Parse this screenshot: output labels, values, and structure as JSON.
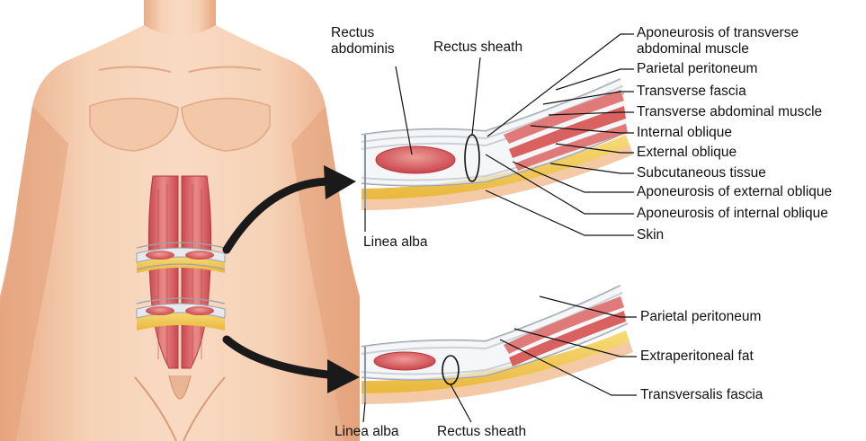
{
  "top_panel": {
    "labels": {
      "rectus_abdominis": [
        "Rectus",
        "abdominis"
      ],
      "rectus_sheath": "Rectus sheath",
      "aponeurosis_transverse": [
        "Aponeurosis of transverse",
        "abdominal muscle"
      ],
      "parietal_peritoneum": "Parietal peritoneum",
      "transverse_fascia": "Transverse fascia",
      "transverse_abdominal_muscle": "Transverse abdominal muscle",
      "internal_oblique": "Internal oblique",
      "external_oblique": "External oblique",
      "subcutaneous_tissue": "Subcutaneous tissue",
      "aponeurosis_external_oblique": "Aponeurosis of external oblique",
      "aponeurosis_internal_oblique": "Aponeurosis of internal oblique",
      "skin": "Skin",
      "linea_alba": "Linea alba"
    }
  },
  "bottom_panel": {
    "labels": {
      "parietal_peritoneum": "Parietal peritoneum",
      "extraperitoneal_fat": "Extraperitoneal fat",
      "transversalis_fascia": "Transversalis fascia",
      "linea_alba": "Linea alba",
      "rectus_sheath": "Rectus sheath"
    }
  },
  "colors": {
    "skin_tone": "#f4c9a8",
    "muscle": "#d96b6b",
    "fat": "#f2c94c",
    "fascia": "#c9ced6",
    "arrow": "#1a1a1a"
  }
}
